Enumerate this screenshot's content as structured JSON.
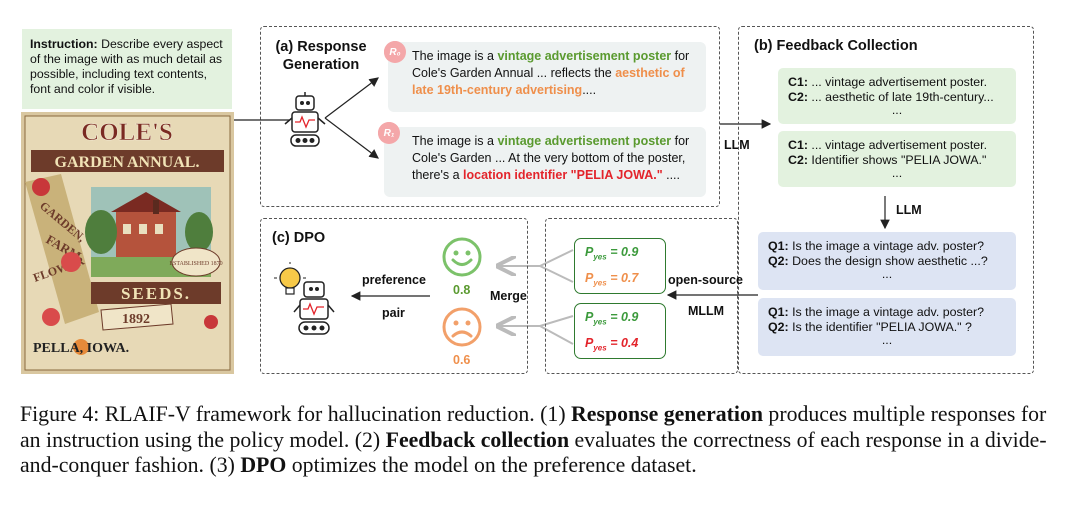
{
  "instruction": {
    "label": "Instruction:",
    "text": "Describe every aspect of the image with as much detail as possible, including text contents, font and color if visible."
  },
  "poster": {
    "line1": "COLE'S",
    "line2": "GARDEN ANNUAL.",
    "garden": "GARDEN,",
    "farm": "FARM",
    "flower": "FLOWER",
    "seeds": "SEEDS.",
    "year": "1892",
    "estd": "ESTABLISHED 1870",
    "place": "PELLA, IOWA."
  },
  "panel_a": {
    "title": "(a)  Response\nGeneration",
    "r0_badge": "R₀",
    "r1_badge": "R₁",
    "r0": {
      "t1": "The image is a ",
      "g1": "vintage advertisement poster",
      "t2": " for Cole's Garden Annual ... reflects the ",
      "o1": "aesthetic of late 19th-century advertising",
      "t3": "...."
    },
    "r1": {
      "t1": "The image is a ",
      "g1": "vintage advertisement poster",
      "t2": " for Cole's Garden ... At the very bottom of the poster, there's a ",
      "r1": "location identifier \"PELIA JOWA.\"",
      "t3": " ...."
    }
  },
  "arrows": {
    "llm1": "LLM",
    "llm2": "LLM",
    "open_source": "open-source",
    "mllm": "MLLM",
    "merge": "Merge",
    "preference": "preference",
    "pair": "pair"
  },
  "panel_b": {
    "title": "(b) Feedback Collection",
    "box1": {
      "c1l": "C1:",
      "c1": " ... vintage advertisement poster.",
      "c2l": "C2:",
      "c2": " ... aesthetic of late 19th-century...",
      "dots": "..."
    },
    "box2": {
      "c1l": "C1:",
      "c1": " ... vintage advertisement poster.",
      "c2l": "C2:",
      "c2": " Identifier shows \"PELIA JOWA.\"",
      "dots": "..."
    },
    "box3": {
      "q1l": "Q1:",
      "q1": " Is the image a vintage adv. poster?",
      "q2l": "Q2:",
      "q2": " Does the design show aesthetic ...?",
      "dots": "..."
    },
    "box4": {
      "q1l": "Q1:",
      "q1": " Is the image a vintage adv. poster?",
      "q2l": "Q2:",
      "q2": " Is the identifier \"PELIA JOWA.\" ?",
      "dots": "..."
    }
  },
  "probs": {
    "top": {
      "p1": "= 0.9",
      "p2": "= 0.7"
    },
    "bottom": {
      "p1": "= 0.9",
      "p2": "= 0.4"
    },
    "p_label": "P",
    "p_sub": "yes"
  },
  "panel_c": {
    "title": "(c) DPO",
    "happy_score": "0.8",
    "sad_score": "0.6"
  },
  "caption": {
    "fig": "Figure 4: RLAIF-V framework for hallucination reduction.  (1) ",
    "b1": "Response generation",
    "t1": " produces multiple responses for an instruction using the policy model. (2) ",
    "b2": "Feedback collection",
    "t2": " evaluates the correctness of each response in a divide-and-conquer fashion. (3) ",
    "b3": "DPO",
    "t3": " optimizes the model on the preference dataset."
  },
  "colors": {
    "green_text": "#5a9a2f",
    "orange_text": "#ef8f4b",
    "red_text": "#e3242b",
    "green_box": "#e3f2df",
    "blue_box": "#dde4f3",
    "response_bg": "#eef2f2"
  }
}
